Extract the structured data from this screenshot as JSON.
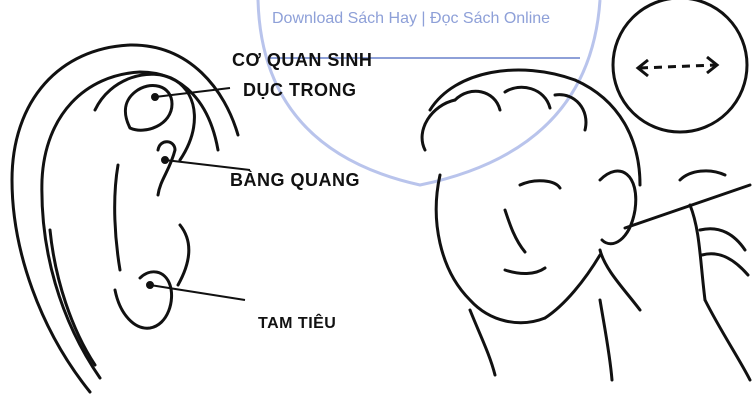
{
  "watermark": {
    "text": "Download Sách Hay | Đọc Sách Online",
    "color": "#8ea0d8"
  },
  "labels": {
    "reproductive": [
      "CƠ QUAN SINH",
      "DỤC TRONG"
    ],
    "bladder": "BÀNG QUANG",
    "triple_burner": "TAM TIÊU"
  },
  "colors": {
    "ink": "#111111",
    "background": "#ffffff"
  }
}
